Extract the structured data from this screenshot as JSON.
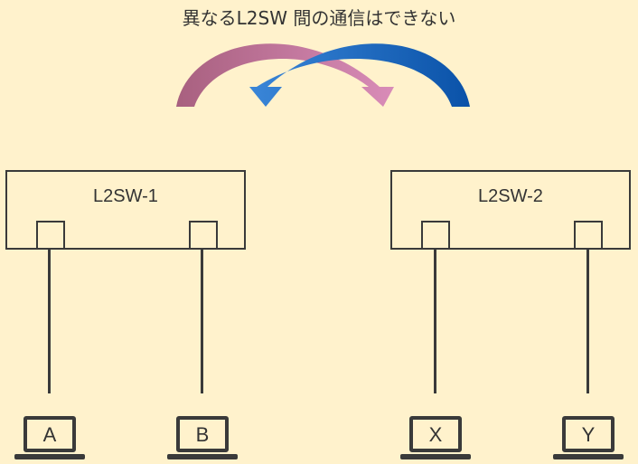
{
  "title": "異なるL2SW 間の通信はできない",
  "switches": [
    {
      "label": "L2SW-1"
    },
    {
      "label": "L2SW-2"
    }
  ],
  "hosts": [
    {
      "label": "A"
    },
    {
      "label": "B"
    },
    {
      "label": "X"
    },
    {
      "label": "Y"
    }
  ],
  "colors": {
    "background": "#fff2cc",
    "line": "#3a3a3a",
    "arrow_pink_dark": "#a8607f",
    "arrow_pink_light": "#d98cb8",
    "arrow_blue_light": "#3a86d8",
    "arrow_blue_dark": "#0a52a8"
  }
}
